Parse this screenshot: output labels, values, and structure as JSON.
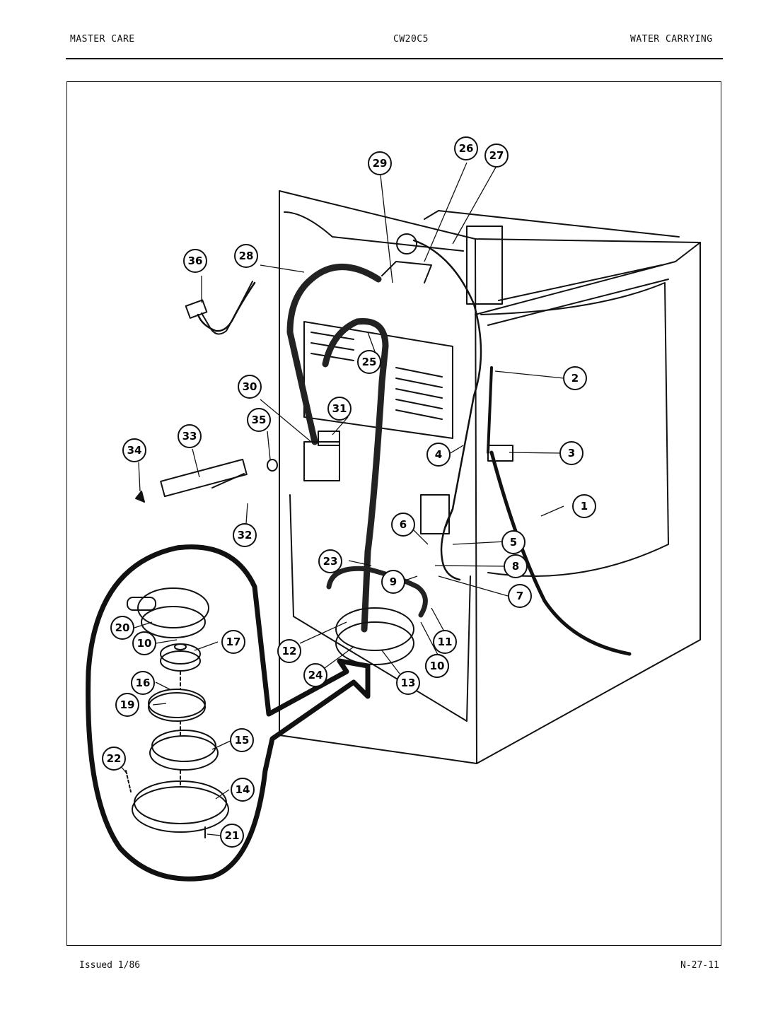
{
  "header": {
    "left": "MASTER CARE",
    "center": "CW20C5",
    "right": "WATER CARRYING"
  },
  "footer": {
    "left": "Issued 1/86",
    "right": "N-27-11"
  },
  "callouts": [
    {
      "label": "1"
    },
    {
      "label": "2"
    },
    {
      "label": "3"
    },
    {
      "label": "4"
    },
    {
      "label": "5"
    },
    {
      "label": "6"
    },
    {
      "label": "7"
    },
    {
      "label": "8"
    },
    {
      "label": "9"
    },
    {
      "label": "10"
    },
    {
      "label": "11"
    },
    {
      "label": "12"
    },
    {
      "label": "13"
    },
    {
      "label": "10"
    },
    {
      "label": "14"
    },
    {
      "label": "15"
    },
    {
      "label": "16"
    },
    {
      "label": "17"
    },
    {
      "label": "10"
    },
    {
      "label": "19"
    },
    {
      "label": "20"
    },
    {
      "label": "21"
    },
    {
      "label": "22"
    },
    {
      "label": "23"
    },
    {
      "label": "24"
    },
    {
      "label": "25"
    },
    {
      "label": "26"
    },
    {
      "label": "27"
    },
    {
      "label": "28"
    },
    {
      "label": "29"
    },
    {
      "label": "30"
    },
    {
      "label": "31"
    },
    {
      "label": "32"
    },
    {
      "label": "33"
    },
    {
      "label": "34"
    },
    {
      "label": "35"
    },
    {
      "label": "36"
    }
  ]
}
